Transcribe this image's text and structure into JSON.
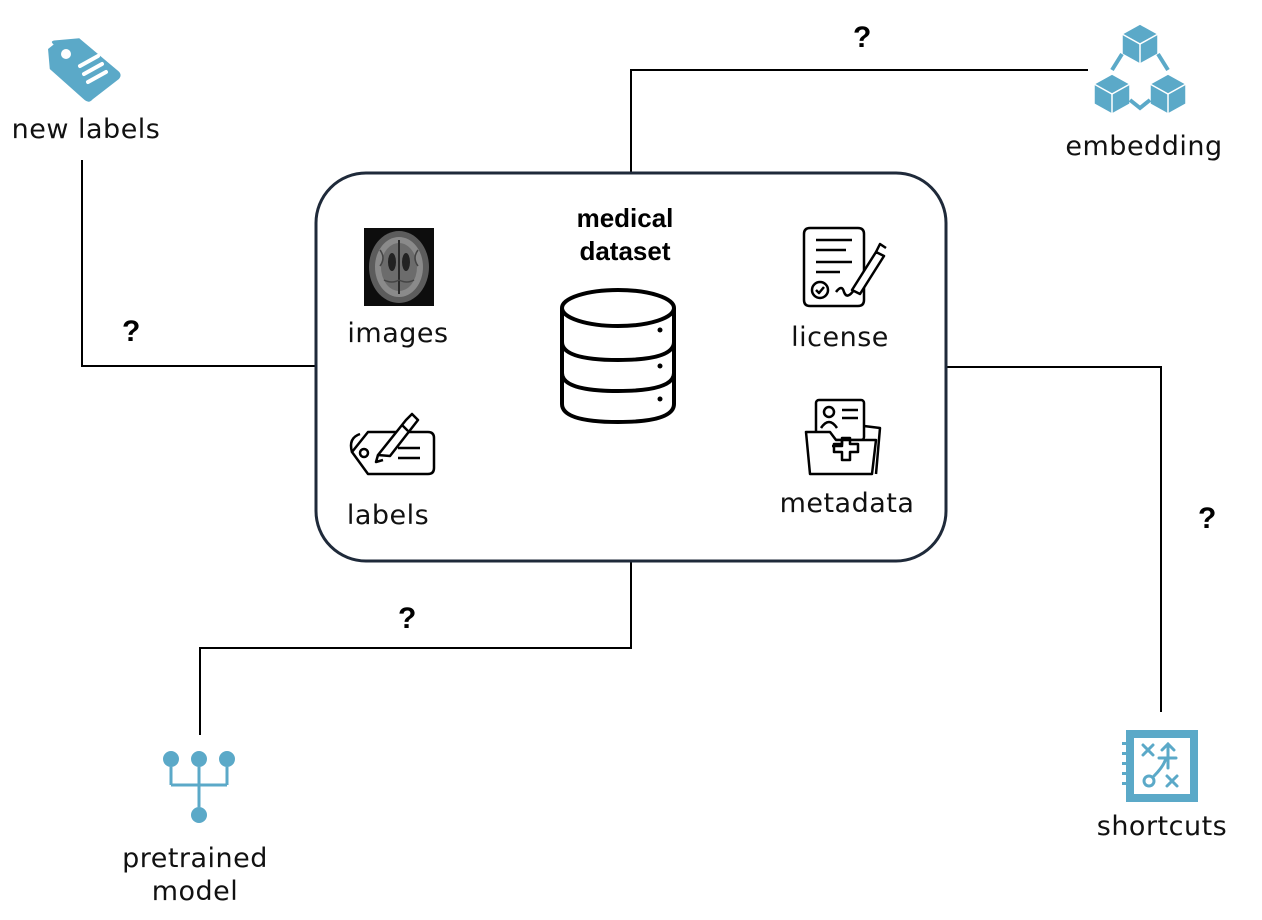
{
  "colors": {
    "accent": "#5BA9C8",
    "line": "#000000",
    "box_border": "#1f2a3a"
  },
  "dataset": {
    "title_line1": "medical",
    "title_line2": "dataset",
    "icon": "database-icon"
  },
  "inner": {
    "images": {
      "label": "images",
      "icon": "brain-mri-icon"
    },
    "labels": {
      "label": "labels",
      "icon": "label-tag-pen-icon"
    },
    "license": {
      "label": "license",
      "icon": "license-document-icon"
    },
    "metadata": {
      "label": "metadata",
      "icon": "medical-folder-icon"
    }
  },
  "outer": {
    "new_labels": {
      "label": "new labels",
      "icon": "tag-icon",
      "question": "?"
    },
    "embedding": {
      "label": "embedding",
      "icon": "cubes-icon",
      "question": "?"
    },
    "pretrained": {
      "label_line1": "pretrained",
      "label_line2": "model",
      "icon": "network-icon",
      "question": "?"
    },
    "shortcuts": {
      "label": "shortcuts",
      "icon": "strategy-board-icon",
      "question": "?"
    }
  }
}
